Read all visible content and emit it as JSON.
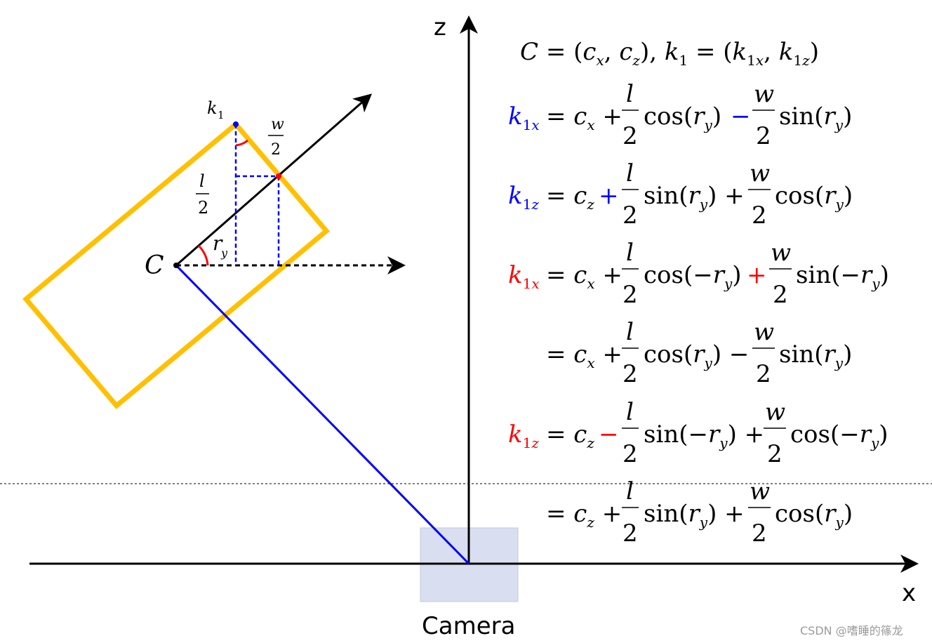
{
  "axes": {
    "z_label": "z",
    "x_label": "x",
    "camera_label": "Camera"
  },
  "figure": {
    "center_label": "C",
    "corner_label": "k",
    "corner_sub": "1",
    "half_length_num": "l",
    "half_length_den": "2",
    "half_width_num": "w",
    "half_width_den": "2",
    "angle_label": "r",
    "angle_sub": "y"
  },
  "equations": {
    "definition": "C = (cₓ,  c_z),  k₁ = (k₁ₓ,  k₁_z)",
    "eq1_lhs": "k₁ₓ",
    "eq2_lhs": "k₁_z",
    "eq3_lhs": "k₁ₓ",
    "eq5_lhs": "k₁_z"
  },
  "colors": {
    "box": "#FFC000",
    "heading": "#000000",
    "camera_ray": "#0000FF",
    "guides": "#0000FF",
    "angle": "#FF0000",
    "camera_box": "#D9DFF0"
  },
  "watermark": "CSDN @嗜睡的篠龙"
}
